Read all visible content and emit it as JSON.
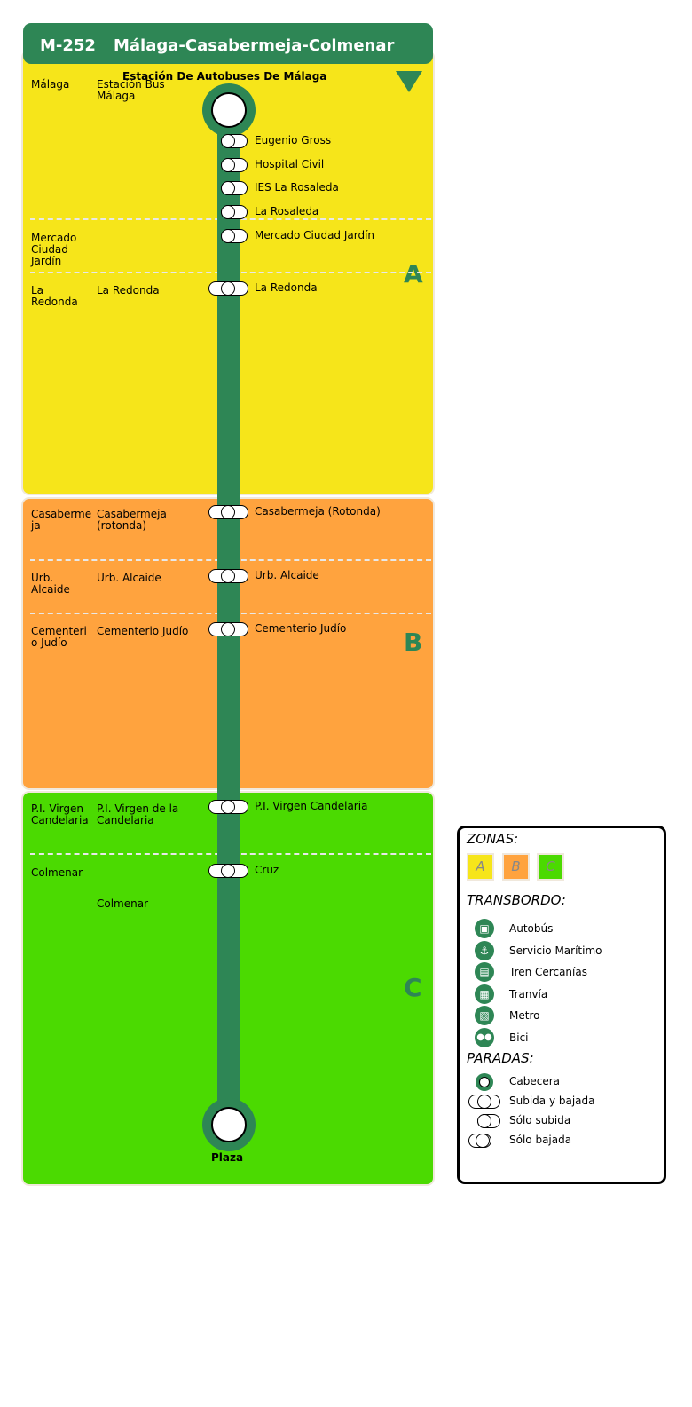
{
  "header": {
    "code": "M-252",
    "name": "Málaga-Casabermeja-Colmenar"
  },
  "colors": {
    "line": "#2e8655",
    "zone_a": "#f6e51a",
    "zone_b": "#ffa33e",
    "zone_c": "#4bda01"
  },
  "terminals": {
    "start": "Estación De Autobuses De Málaga",
    "end": "Plaza"
  },
  "direction_icon": "triangle-down-icon",
  "zones": [
    {
      "letter": "A"
    },
    {
      "letter": "B"
    },
    {
      "letter": "C"
    }
  ],
  "municipalities": [
    "Málaga",
    "Mercado Ciudad Jardín",
    "La Redonda",
    "Casaberme ja",
    "Urb. Alcaide",
    "Cementeri o Judío",
    "P.I. Virgen Candelaria",
    "Colmenar"
  ],
  "nucleos": [
    "Estación Bus Málaga",
    "La Redonda",
    "Casabermeja (rotonda)",
    "Urb. Alcaide",
    "Cementerio Judío",
    "P.I. Virgen de la Candelaria",
    "Colmenar"
  ],
  "stops": [
    {
      "name": "Eugenio Gross",
      "type": "Sólo subida"
    },
    {
      "name": "Hospital Civil",
      "type": "Sólo subida"
    },
    {
      "name": "IES La Rosaleda",
      "type": "Sólo subida"
    },
    {
      "name": "La Rosaleda",
      "type": "Sólo subida"
    },
    {
      "name": "Mercado Ciudad Jardín",
      "type": "Sólo subida"
    },
    {
      "name": "La Redonda",
      "type": "Subida y bajada"
    },
    {
      "name": "Casabermeja (Rotonda)",
      "type": "Subida y bajada"
    },
    {
      "name": "Urb. Alcaide",
      "type": "Subida y bajada"
    },
    {
      "name": "Cementerio Judío",
      "type": "Subida y bajada"
    },
    {
      "name": "P.I. Virgen Candelaria",
      "type": "Subida y bajada"
    },
    {
      "name": "Cruz",
      "type": "Subida y bajada"
    }
  ],
  "legend": {
    "zonas_title": "ZONAS:",
    "zones": [
      "A",
      "B",
      "C"
    ],
    "transbordo_title": "TRANSBORDO:",
    "transbordo": [
      {
        "label": "Autobús",
        "icon": "bus-icon"
      },
      {
        "label": "Servicio Marítimo",
        "icon": "ferry-icon"
      },
      {
        "label": "Tren Cercanías",
        "icon": "train-icon"
      },
      {
        "label": "Tranvía",
        "icon": "tram-icon"
      },
      {
        "label": "Metro",
        "icon": "metro-icon"
      },
      {
        "label": "Bici",
        "icon": "bicycle-icon"
      }
    ],
    "paradas_title": "PARADAS:",
    "paradas": [
      "Cabecera",
      "Subida y bajada",
      "Sólo subida",
      "Sólo bajada"
    ]
  }
}
